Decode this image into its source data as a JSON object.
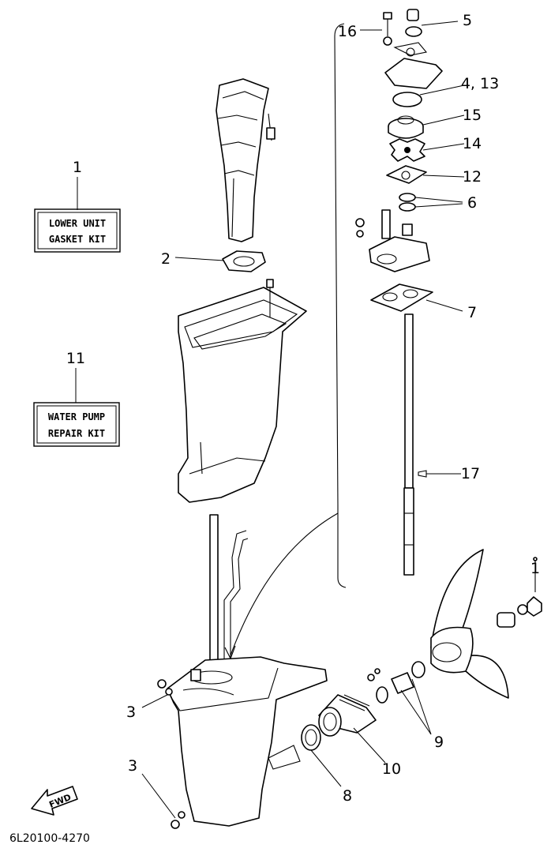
{
  "kits": {
    "lower_unit": {
      "ref": "1",
      "line1": "LOWER UNIT",
      "line2": "GASKET KIT"
    },
    "water_pump": {
      "ref": "11",
      "line1": "WATER PUMP",
      "line2": "REPAIR KIT"
    }
  },
  "callouts": {
    "c16": "16",
    "c5": "5",
    "c4_13": "4, 13",
    "c15": "15",
    "c14": "14",
    "c12": "12",
    "c6": "6",
    "c7": "7",
    "c17": "17",
    "c2": "2",
    "c3a": "3",
    "c3b": "3",
    "c8": "8",
    "c9": "9",
    "c10": "10",
    "c1_prop": "1"
  },
  "fwd_label": "FWD",
  "part_code": "6L20100-4270"
}
